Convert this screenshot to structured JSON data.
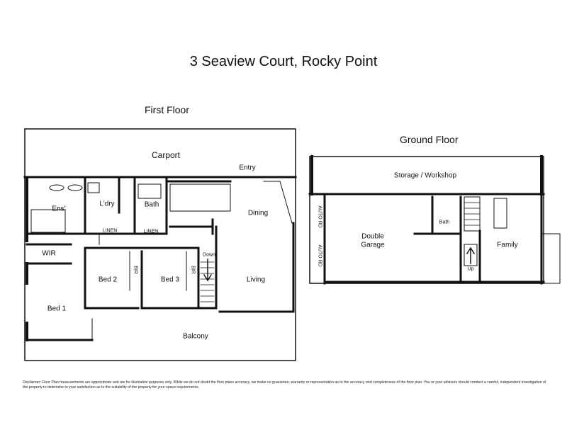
{
  "title": "3 Seaview Court, Rocky Point",
  "floors": {
    "first": {
      "label": "First Floor",
      "rooms": {
        "carport": "Carport",
        "entry": "Entry",
        "ens": "Ens'",
        "ldry": "L'dry",
        "bath": "Bath",
        "dining": "Dining",
        "linen1": "LINEN",
        "linen2": "LINEN",
        "wir": "WIR",
        "bed2": "Bed 2",
        "bir1": "BIR",
        "bed3": "Bed 3",
        "bir2": "BIR",
        "down": "Down",
        "living": "Living",
        "bed1": "Bed 1",
        "balcony": "Balcony"
      }
    },
    "ground": {
      "label": "Ground Floor",
      "rooms": {
        "storage": "Storage / Workshop",
        "autord1": "AUTO RD",
        "autord2": "AUTO RD",
        "garage_line1": "Double",
        "garage_line2": "Garage",
        "bath": "Bath",
        "family": "Family",
        "up": "Up"
      }
    }
  },
  "disclaimer": "Disclaimer: Floor Plan measurements are approximate and are for illustrative purposes only. While we do not doubt the floor plans accuracy, we make no guarantee, warranty or representation as to the accuracy and completeness of the floor plan. You or your advisors should conduct a careful, independent investigation of the property to determine to your satisfaction as to the suitability of the property for your space requirements."
}
